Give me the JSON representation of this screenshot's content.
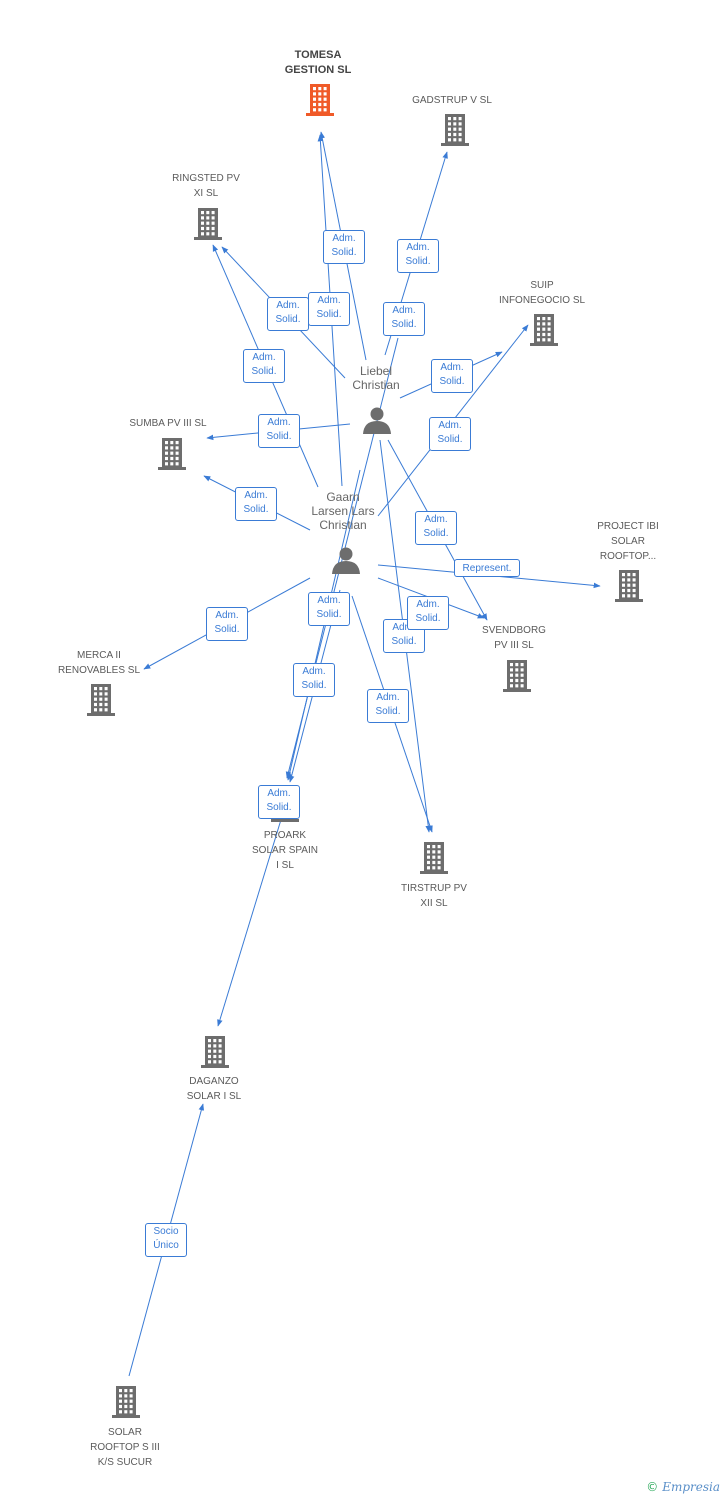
{
  "nodes": {
    "tomesa": {
      "label": "TOMESA\nGESTION SL",
      "icon": "building-icon",
      "color": "#f05a28"
    },
    "gadstrup": {
      "label": "GADSTRUP V SL",
      "icon": "building-icon",
      "color": "#6d6d6d"
    },
    "ringsted": {
      "label": "RINGSTED PV\nXI SL",
      "icon": "building-icon",
      "color": "#6d6d6d"
    },
    "suip": {
      "label": "SUIP\nINFONEGOCIO SL",
      "icon": "building-icon",
      "color": "#6d6d6d"
    },
    "sumba": {
      "label": "SUMBA PV III SL",
      "icon": "building-icon",
      "color": "#6d6d6d"
    },
    "project_ibi": {
      "label": "PROJECT IBI\nSOLAR\nROOFTOP...",
      "icon": "building-icon",
      "color": "#6d6d6d"
    },
    "svendborg": {
      "label": "SVENDBORG\nPV III SL",
      "icon": "building-icon",
      "color": "#6d6d6d"
    },
    "merca": {
      "label": "MERCA II\nRENOVABLES SL",
      "icon": "building-icon",
      "color": "#6d6d6d"
    },
    "proark": {
      "label": "PROARK\nSOLAR SPAIN\nI SL",
      "icon": "building-icon",
      "color": "#6d6d6d"
    },
    "tirstrup": {
      "label": "TIRSTRUP PV\nXII SL",
      "icon": "building-icon",
      "color": "#6d6d6d"
    },
    "daganzo": {
      "label": "DAGANZO\nSOLAR I SL",
      "icon": "building-icon",
      "color": "#6d6d6d"
    },
    "solar_rooftop": {
      "label": "SOLAR\nROOFTOP S III\nK/S SUCUR",
      "icon": "building-icon",
      "color": "#6d6d6d"
    },
    "liebel": {
      "label": "Liebel\nChristian",
      "icon": "person-icon",
      "color": "#6d6d6d"
    },
    "gaarn": {
      "label": "Gaarn\nLarsen Lars\nChristian",
      "icon": "person-icon",
      "color": "#6d6d6d"
    }
  },
  "edge_labels": {
    "adm_solid": "Adm.\nSolid.",
    "represent": "Represent.",
    "socio_unico": "Socio\nÚnico"
  },
  "colors": {
    "edge": "#3a7bd5",
    "focus": "#f05a28",
    "building": "#6d6d6d"
  },
  "footer": {
    "copyright_symbol": "©",
    "brand": "Empresia"
  }
}
